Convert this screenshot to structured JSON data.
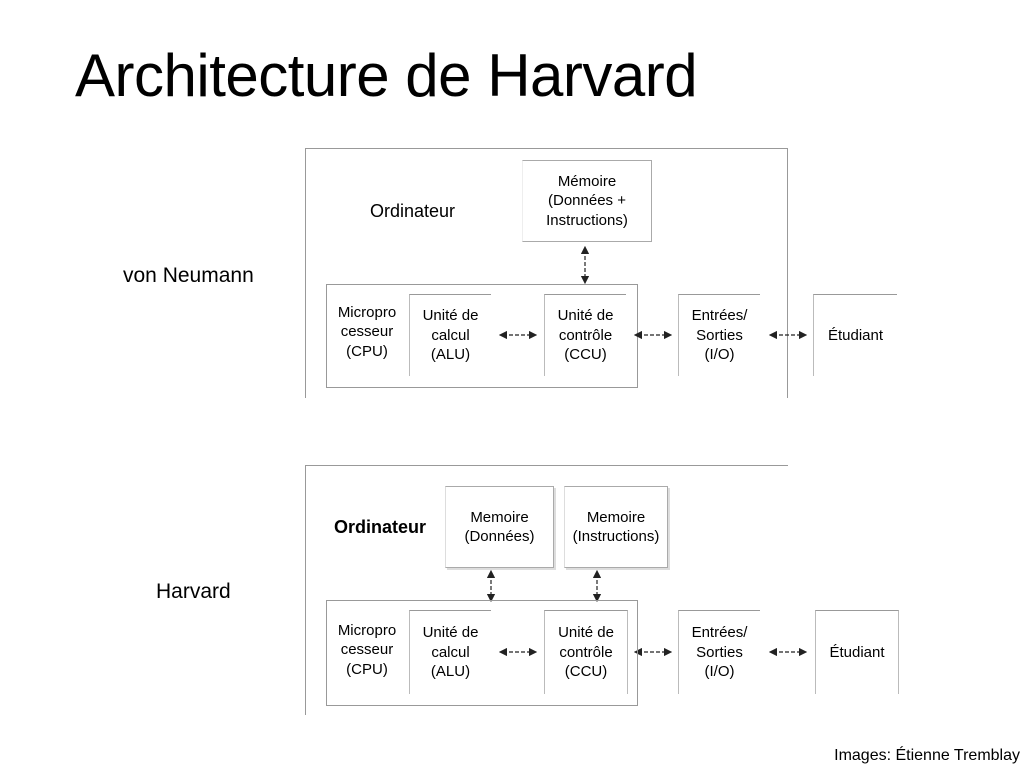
{
  "slide": {
    "title": "Architecture de Harvard",
    "credit": "Images: Étienne Tremblay"
  },
  "von_neumann": {
    "label": "von Neumann",
    "computer": "Ordinateur",
    "memory": "Mémoire\n(Données +\nInstructions)",
    "cpu": "Micropro\ncesseur\n(CPU)",
    "alu": "Unité de\ncalcul\n(ALU)",
    "ccu": "Unité de\ncontrôle\n(CCU)",
    "io": "Entrées/\nSorties\n(I/O)",
    "student": "Étudiant"
  },
  "harvard": {
    "label": "Harvard",
    "computer": "Ordinateur",
    "memory_data": "Memoire\n(Données)",
    "memory_instructions": "Memoire\n(Instructions)",
    "cpu": "Micropro\ncesseur\n(CPU)",
    "alu": "Unité de\ncalcul\n(ALU)",
    "ccu": "Unité de\ncontrôle\n(CCU)",
    "io": "Entrées/\nSorties\n(I/O)",
    "student": "Étudiant"
  }
}
